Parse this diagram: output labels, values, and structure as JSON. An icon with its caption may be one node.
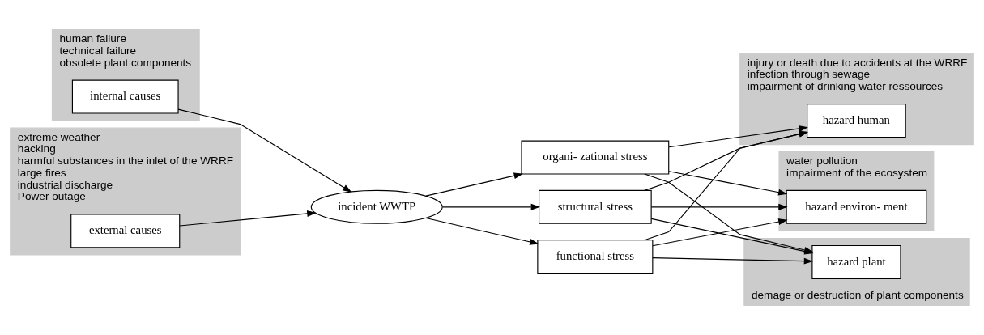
{
  "diagram": {
    "nodes": [
      {
        "text": [
          "human failure",
          "technical failure",
          "obsolete plant components"
        ]
      },
      {
        "text": [
          "internal causes"
        ],
        "in": 0
      },
      {
        "text": [
          "extreme weather",
          "hacking",
          "harmful substances in the inlet of the WRRF",
          "large fires",
          "industrial discharge",
          "Power outage"
        ]
      },
      {
        "text": [
          "external causes"
        ],
        "in": 2
      },
      {
        "text": [
          "incident WWTP"
        ]
      },
      {
        "text": [
          "organi- zational stress"
        ]
      },
      {
        "text": [
          "structural stress"
        ]
      },
      {
        "text": [
          "functional stress"
        ]
      },
      {
        "text": [
          "injury or death due to accidents at the WRRF",
          "infection through sewage",
          "impairment of drinking water ressources"
        ]
      },
      {
        "text": [
          "hazard human"
        ],
        "in": 8
      },
      {
        "text": [
          "water pollution",
          "impairment of the ecosystem"
        ]
      },
      {
        "text": [
          "hazard environ- ment"
        ],
        "in": 10
      },
      {
        "text": [
          "demage or destruction of plant components"
        ]
      },
      {
        "text": [
          "hazard plant"
        ],
        "in": 12
      }
    ],
    "edges": [
      {
        "from": 1,
        "to": 4,
        "arrow": "to"
      },
      {
        "from": 3,
        "to": 4,
        "arrow": "to"
      },
      {
        "from": 4,
        "to": 5,
        "arrow": "to"
      },
      {
        "from": 4,
        "to": 6,
        "arrow": "to"
      },
      {
        "from": 4,
        "to": 7,
        "arrow": "to"
      },
      {
        "from": 5,
        "to": 9,
        "arrow": "to"
      },
      {
        "from": 5,
        "to": 11,
        "arrow": "to"
      },
      {
        "from": 5,
        "to": 13,
        "arrow": "to"
      },
      {
        "from": 6,
        "to": 9,
        "arrow": "to"
      },
      {
        "from": 6,
        "to": 11,
        "arrow": "to"
      },
      {
        "from": 6,
        "to": 13,
        "arrow": "to"
      },
      {
        "from": 7,
        "to": 9,
        "arrow": "to"
      },
      {
        "from": 7,
        "to": 11,
        "arrow": "to"
      },
      {
        "from": 7,
        "to": 13,
        "arrow": "to"
      }
    ]
  }
}
